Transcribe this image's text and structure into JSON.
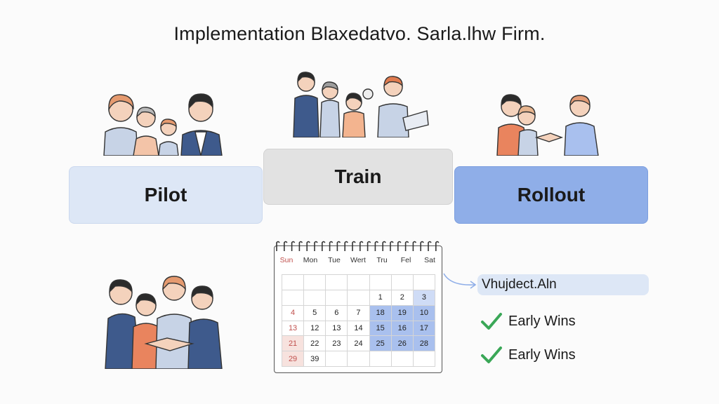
{
  "title": "Implementation Blaxedatvo. Sarla.lhw Firm.",
  "stages": [
    {
      "label": "Pilot"
    },
    {
      "label": "Train"
    },
    {
      "label": "Rollout"
    }
  ],
  "calendar": {
    "weekdays": [
      "Sun",
      "Mon",
      "Tue",
      "Wert",
      "Tru",
      "Fel",
      "Sat"
    ],
    "weeks": [
      [
        "",
        "",
        "",
        "",
        "",
        "",
        ""
      ],
      [
        "",
        "",
        "",
        "",
        "1",
        "2",
        "3"
      ],
      [
        "4",
        "5",
        "6",
        "7",
        "18",
        "19",
        "10"
      ],
      [
        "13",
        "12",
        "13",
        "14",
        "15",
        "16",
        "17"
      ],
      [
        "21",
        "22",
        "23",
        "24",
        "25",
        "26",
        "28"
      ],
      [
        "29",
        "39",
        "",
        "",
        "",
        "",
        ""
      ]
    ]
  },
  "callout": {
    "label": "Vhujdect.Aln"
  },
  "checklist": [
    {
      "label": "Early Wins"
    },
    {
      "label": "Early Wins"
    }
  ],
  "colors": {
    "pilot": "#dde7f6",
    "train": "#e2e2e2",
    "rollout": "#8faee8",
    "check": "#3aa757",
    "accent_red": "#c0504d"
  }
}
